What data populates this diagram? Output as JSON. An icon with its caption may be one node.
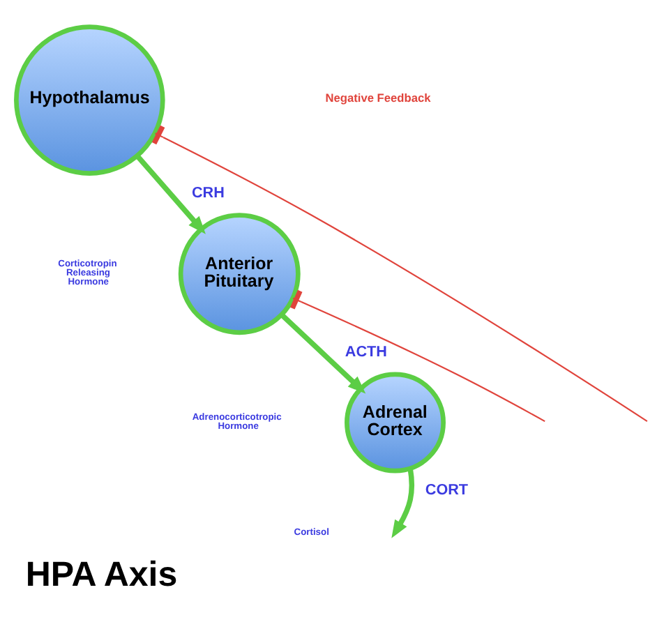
{
  "diagram": {
    "title": "HPA Axis",
    "nodes": [
      {
        "text": [
          "Hypothalamus"
        ]
      },
      {
        "text": [
          "Anterior Pituitary"
        ]
      },
      {
        "text": [
          "Adrenal Cortex"
        ]
      }
    ],
    "edges": [
      {
        "from": 0,
        "to": 1,
        "arrow": "to",
        "label": "CRH"
      },
      {
        "from": 1,
        "to": 2,
        "arrow": "to",
        "label": "ACTH"
      },
      {
        "from": 2,
        "to": null,
        "arrow": "to",
        "label": "CORT"
      },
      {
        "from": null,
        "to": 1,
        "arrow": "other",
        "color": "#e0443c"
      },
      {
        "from": null,
        "to": 0,
        "arrow": "other",
        "color": "#e0443c"
      }
    ],
    "labels": [
      "Negative Feedback",
      "Corticotropin Releasing Hormone",
      "Adrenocorticotropic Hormone",
      "Cortisol"
    ]
  }
}
